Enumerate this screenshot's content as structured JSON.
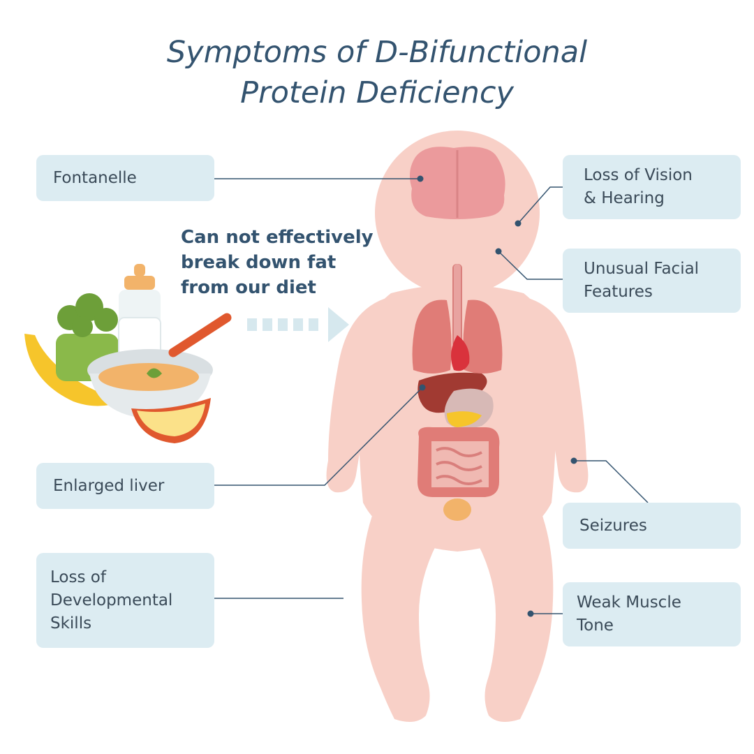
{
  "title": {
    "line1": "Symptoms of D-Bifunctional",
    "line2": "Protein Deficiency"
  },
  "callout": "Can not effectively\nbreak down fat\nfrom our diet",
  "labels": {
    "fontanelle": "Fontanelle",
    "vision_hearing": "Loss of Vision\n& Hearing",
    "facial": "Unusual Facial\nFeatures",
    "liver": "Enlarged liver",
    "seizures": "Seizures",
    "developmental": "Loss of\nDevelopmental\nSkills",
    "muscle": "Weak Muscle\nTone"
  },
  "colors": {
    "title": "#33536f",
    "label_bg": "#dcecf2",
    "body": "#f8cfc6",
    "brain": "#eb9a9c",
    "connector": "#33536f"
  }
}
